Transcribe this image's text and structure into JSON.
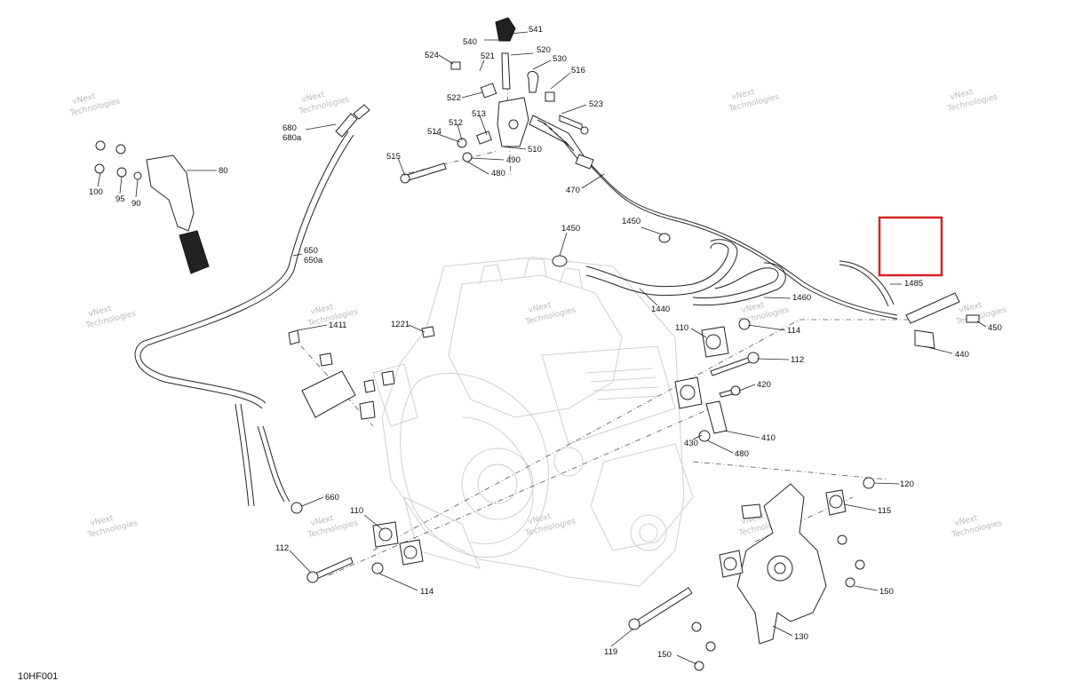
{
  "diagram_id": "10HF001",
  "watermark_text": [
    "vNext",
    "Technologies"
  ],
  "highlight_color": "#d62020",
  "callouts": [
    {
      "id": "540",
      "text": "540"
    },
    {
      "id": "541",
      "text": "541"
    },
    {
      "id": "524",
      "text": "524"
    },
    {
      "id": "521",
      "text": "521"
    },
    {
      "id": "520",
      "text": "520"
    },
    {
      "id": "530",
      "text": "530"
    },
    {
      "id": "516",
      "text": "516"
    },
    {
      "id": "522",
      "text": "522"
    },
    {
      "id": "523",
      "text": "523"
    },
    {
      "id": "513",
      "text": "513"
    },
    {
      "id": "512",
      "text": "512"
    },
    {
      "id": "514",
      "text": "514"
    },
    {
      "id": "515",
      "text": "515"
    },
    {
      "id": "510",
      "text": "510"
    },
    {
      "id": "490",
      "text": "490"
    },
    {
      "id": "480a",
      "text": "480"
    },
    {
      "id": "470",
      "text": "470"
    },
    {
      "id": "680",
      "text": "680"
    },
    {
      "id": "680a",
      "text": "680a"
    },
    {
      "id": "80",
      "text": "80"
    },
    {
      "id": "100",
      "text": "100"
    },
    {
      "id": "95",
      "text": "95"
    },
    {
      "id": "90",
      "text": "90"
    },
    {
      "id": "650",
      "text": "650"
    },
    {
      "id": "650a",
      "text": "650a"
    },
    {
      "id": "1450a",
      "text": "1450"
    },
    {
      "id": "1450b",
      "text": "1450"
    },
    {
      "id": "1440",
      "text": "1440"
    },
    {
      "id": "1460",
      "text": "1460"
    },
    {
      "id": "1485",
      "text": "1485"
    },
    {
      "id": "450",
      "text": "450"
    },
    {
      "id": "440",
      "text": "440"
    },
    {
      "id": "1411",
      "text": "1411"
    },
    {
      "id": "1221",
      "text": "1221"
    },
    {
      "id": "110a",
      "text": "110"
    },
    {
      "id": "114a",
      "text": "114"
    },
    {
      "id": "112a",
      "text": "112"
    },
    {
      "id": "420",
      "text": "420"
    },
    {
      "id": "410",
      "text": "410"
    },
    {
      "id": "430",
      "text": "430"
    },
    {
      "id": "480b",
      "text": "480"
    },
    {
      "id": "660",
      "text": "660"
    },
    {
      "id": "110b",
      "text": "110"
    },
    {
      "id": "112b",
      "text": "112"
    },
    {
      "id": "114b",
      "text": "114"
    },
    {
      "id": "120",
      "text": "120"
    },
    {
      "id": "115",
      "text": "115"
    },
    {
      "id": "150a",
      "text": "150"
    },
    {
      "id": "130",
      "text": "130"
    },
    {
      "id": "119",
      "text": "119"
    },
    {
      "id": "150b",
      "text": "150"
    }
  ]
}
